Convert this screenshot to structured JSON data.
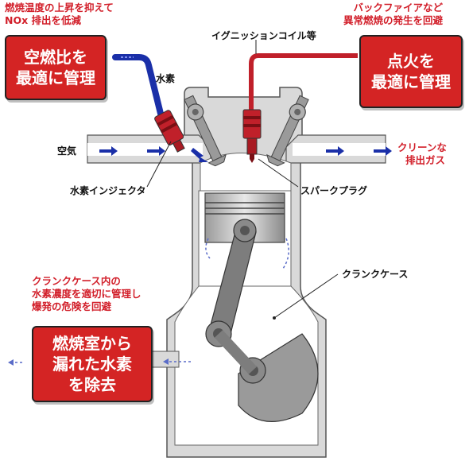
{
  "notes": {
    "top_left": [
      "燃焼温度の上昇を抑えて",
      "NOx 排出を低減"
    ],
    "top_right": [
      "バックファイアなど",
      "異常燃焼の発生を回避"
    ],
    "crankcase_note": [
      "クランクケース内の",
      "水素濃度を適切に管理し",
      "爆発の危険を回避"
    ]
  },
  "boxes": {
    "air_fuel": [
      "空燃比を",
      "最適に管理"
    ],
    "ignition": [
      "点火を",
      "最適に管理"
    ],
    "leak": [
      "燃焼室から",
      "漏れた水素",
      "を除去"
    ]
  },
  "labels": {
    "hydrogen": "水素",
    "air": "空気",
    "clean_exhaust": [
      "クリーンな",
      "排出ガス"
    ],
    "ignition_coil": "イグニッションコイル等",
    "injector": "水素インジェクタ",
    "spark_plug": "スパークプラグ",
    "crankcase": "クランクケース"
  },
  "colors": {
    "accent_red": "#d42424",
    "hydrogen_blue": "#1a2fa8",
    "engine_gray": "#d9d9d9",
    "engine_outline": "#555555"
  }
}
